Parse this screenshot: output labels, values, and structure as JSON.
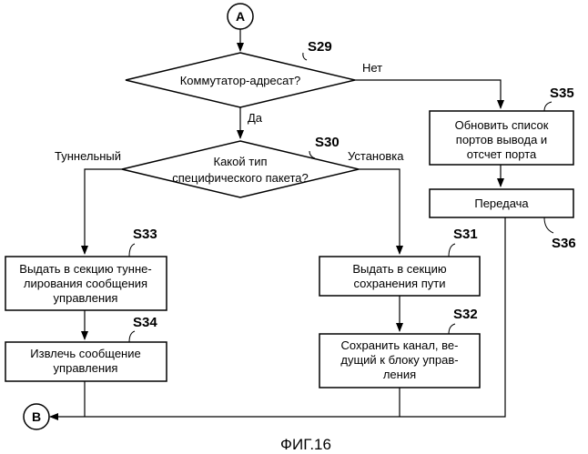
{
  "connectors": {
    "start": "A",
    "end": "B"
  },
  "decisions": {
    "s29": {
      "step": "S29",
      "lines": [
        "Коммутатор-адресат?"
      ],
      "yes_label": "Да",
      "no_label": "Нет"
    },
    "s30": {
      "step": "S30",
      "lines": [
        "Какой тип",
        "специфического пакета?"
      ],
      "left_label": "Туннельный",
      "right_label": "Установка"
    }
  },
  "processes": {
    "s31": {
      "step": "S31",
      "lines": [
        "Выдать в секцию",
        "сохранения пути"
      ]
    },
    "s32": {
      "step": "S32",
      "lines": [
        "Сохранить канал, ве-",
        "дущий к блоку управ-",
        "ления"
      ]
    },
    "s33": {
      "step": "S33",
      "lines": [
        "Выдать в секцию тунне-",
        "лирования сообщения",
        "управления"
      ]
    },
    "s34": {
      "step": "S34",
      "lines": [
        "Извлечь сообщение",
        "управления"
      ]
    },
    "s35": {
      "step": "S35",
      "lines": [
        "Обновить список",
        "портов вывода и",
        "отсчет порта"
      ]
    },
    "s36": {
      "step": "S36",
      "lines": [
        "Передача"
      ]
    }
  },
  "caption": "ФИГ.16"
}
